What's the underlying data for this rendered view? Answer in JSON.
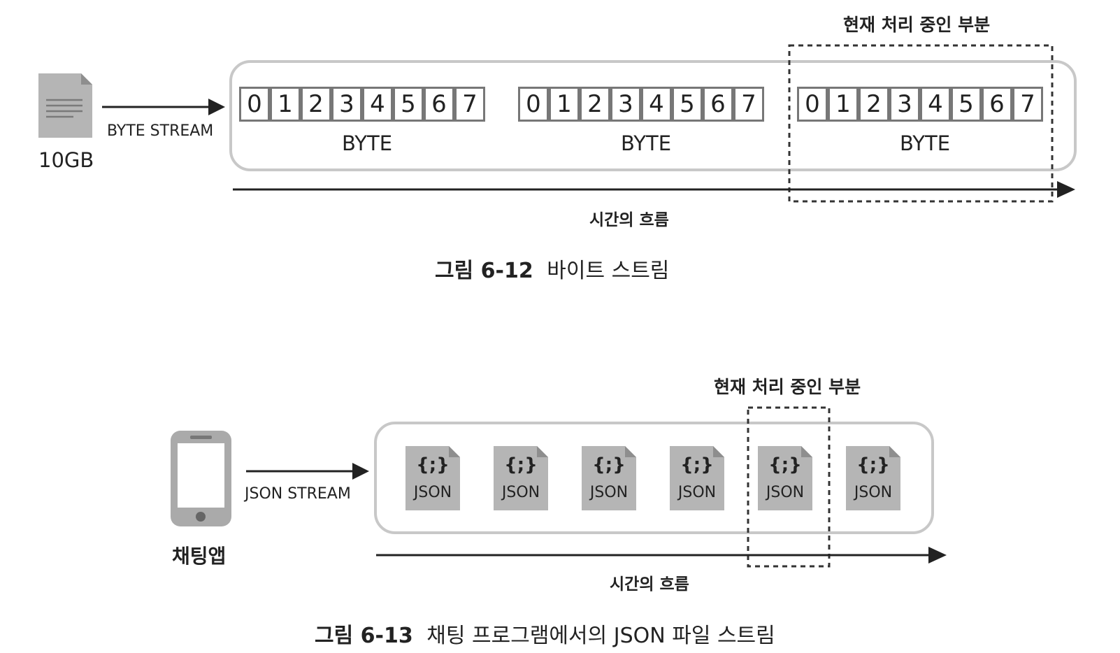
{
  "fig12": {
    "file_label": "10GB",
    "stream_label": "BYTE STREAM",
    "highlight_label": "현재 처리 중인 부분",
    "time_label": "시간의 흐름",
    "bytes": [
      {
        "label": "BYTE",
        "bits": [
          "0",
          "1",
          "2",
          "3",
          "4",
          "5",
          "6",
          "7"
        ]
      },
      {
        "label": "BYTE",
        "bits": [
          "0",
          "1",
          "2",
          "3",
          "4",
          "5",
          "6",
          "7"
        ]
      },
      {
        "label": "BYTE",
        "bits": [
          "0",
          "1",
          "2",
          "3",
          "4",
          "5",
          "6",
          "7"
        ]
      }
    ],
    "caption_num": "그림 6-12",
    "caption_text": "바이트 스트림"
  },
  "fig13": {
    "device_label": "채팅앱",
    "stream_label": "JSON STREAM",
    "highlight_label": "현재 처리 중인 부분",
    "time_label": "시간의 흐름",
    "items": [
      {
        "glyph": "{;}",
        "label": "JSON"
      },
      {
        "glyph": "{;}",
        "label": "JSON"
      },
      {
        "glyph": "{;}",
        "label": "JSON"
      },
      {
        "glyph": "{;}",
        "label": "JSON"
      },
      {
        "glyph": "{;}",
        "label": "JSON"
      },
      {
        "glyph": "{;}",
        "label": "JSON"
      }
    ],
    "caption_num": "그림 6-13",
    "caption_text": "채팅 프로그램에서의 JSON 파일 스트림"
  },
  "colors": {
    "frame": "#c8c8c8",
    "cell_border": "#777777",
    "file_icon": "#b5b5b5",
    "arrow": "#222222",
    "dashed": "#333333"
  }
}
